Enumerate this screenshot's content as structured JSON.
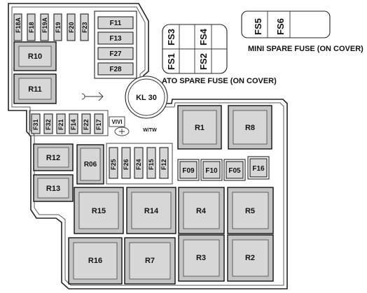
{
  "fuses_top": [
    "F18A",
    "F18",
    "F19A",
    "F19",
    "F20",
    "F23"
  ],
  "fuses_stack": [
    "F11",
    "F13",
    "F27",
    "F28"
  ],
  "relays_left": [
    "R10",
    "R11"
  ],
  "connector": "KL 30",
  "fuses_mid": [
    "F31",
    "F32",
    "F21",
    "F14",
    "F22",
    "F17"
  ],
  "logo1": "VIVI",
  "logo2": "W/TW",
  "relays_topright": [
    "R1",
    "R8"
  ],
  "relays_leftmid": [
    "R12",
    "R13"
  ],
  "relay_r06": "R06",
  "fuses_vert": [
    "F25",
    "F26",
    "F24",
    "F15",
    "F12"
  ],
  "fuses_h": [
    "F09",
    "F10",
    "F05"
  ],
  "fuse_f16": "F16",
  "relays_row3": [
    "R15",
    "R14",
    "R4",
    "R5"
  ],
  "relays_row4": [
    "R16",
    "R7",
    "R3",
    "R2"
  ],
  "ato_spare": {
    "fuses": [
      "FS3",
      "FS4",
      "FS1",
      "FS2"
    ],
    "caption": "ATO SPARE FUSE (ON COVER)"
  },
  "mini_spare": {
    "fuses": [
      "FS5",
      "FS6"
    ],
    "caption": "MINI SPARE FUSE (ON COVER)"
  }
}
